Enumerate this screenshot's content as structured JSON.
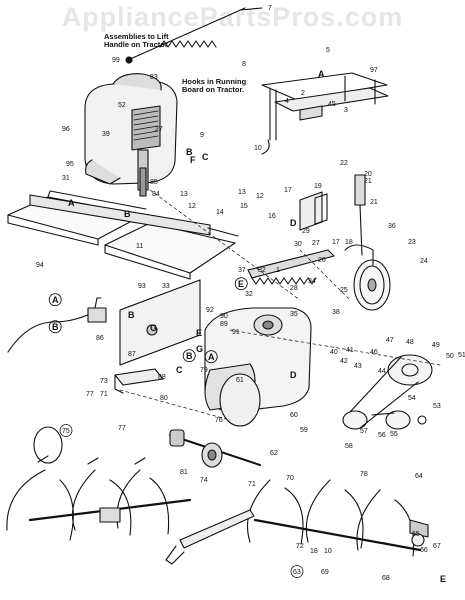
{
  "watermark": "AppliancePartsPros.com",
  "notes": {
    "lift_handle_line1": "Assemblies to Lift",
    "lift_handle_line2": "Handle on Tractor",
    "running_board_line1": "Hooks in Running",
    "running_board_line2": "Board on Tractor."
  },
  "part_callouts": [
    {
      "id": "p7",
      "label": "7"
    },
    {
      "id": "p99",
      "label": "99"
    },
    {
      "id": "p8",
      "label": "8"
    },
    {
      "id": "p5",
      "label": "5"
    },
    {
      "id": "p97",
      "label": "97"
    },
    {
      "id": "p2",
      "label": "2"
    },
    {
      "id": "p4",
      "label": "4"
    },
    {
      "id": "p45",
      "label": "45"
    },
    {
      "id": "p3",
      "label": "3"
    },
    {
      "id": "p10",
      "label": "10"
    },
    {
      "id": "p83",
      "label": "83"
    },
    {
      "id": "p52",
      "label": "52"
    },
    {
      "id": "p39",
      "label": "39"
    },
    {
      "id": "p27",
      "label": "27"
    },
    {
      "id": "p9",
      "label": "9"
    },
    {
      "id": "p96",
      "label": "96"
    },
    {
      "id": "p95",
      "label": "95"
    },
    {
      "id": "p85",
      "label": "85"
    },
    {
      "id": "p84",
      "label": "84"
    },
    {
      "id": "p31",
      "label": "31"
    },
    {
      "id": "p13a",
      "label": "13"
    },
    {
      "id": "p13b",
      "label": "13"
    },
    {
      "id": "p14",
      "label": "14"
    },
    {
      "id": "p12a",
      "label": "12"
    },
    {
      "id": "p11",
      "label": "11"
    },
    {
      "id": "p94",
      "label": "94"
    },
    {
      "id": "p93",
      "label": "93"
    },
    {
      "id": "p22",
      "label": "22"
    },
    {
      "id": "p20",
      "label": "20"
    },
    {
      "id": "p21a",
      "label": "21"
    },
    {
      "id": "p17a",
      "label": "17"
    },
    {
      "id": "p19",
      "label": "19"
    },
    {
      "id": "p16",
      "label": "16"
    },
    {
      "id": "p17b",
      "label": "17"
    },
    {
      "id": "p18",
      "label": "18"
    },
    {
      "id": "p21b",
      "label": "21"
    },
    {
      "id": "p36",
      "label": "36"
    },
    {
      "id": "p23",
      "label": "23"
    },
    {
      "id": "p24",
      "label": "24"
    },
    {
      "id": "p25",
      "label": "25"
    },
    {
      "id": "p15",
      "label": "15"
    },
    {
      "id": "p12b",
      "label": "12"
    },
    {
      "id": "p29",
      "label": "29"
    },
    {
      "id": "p27b",
      "label": "27"
    },
    {
      "id": "p30",
      "label": "30"
    },
    {
      "id": "p26",
      "label": "26"
    },
    {
      "id": "p37",
      "label": "37"
    },
    {
      "id": "p82",
      "label": "82"
    },
    {
      "id": "p33",
      "label": "33"
    },
    {
      "id": "p32",
      "label": "32"
    },
    {
      "id": "p28",
      "label": "28"
    },
    {
      "id": "p34",
      "label": "34"
    },
    {
      "id": "p35",
      "label": "35"
    },
    {
      "id": "p1",
      "label": "1"
    },
    {
      "id": "p86",
      "label": "86"
    },
    {
      "id": "p87",
      "label": "87"
    },
    {
      "id": "p88",
      "label": "88"
    },
    {
      "id": "p38",
      "label": "38"
    },
    {
      "id": "p49",
      "label": "49"
    },
    {
      "id": "p50",
      "label": "50"
    },
    {
      "id": "p51",
      "label": "51"
    },
    {
      "id": "p48",
      "label": "48"
    },
    {
      "id": "p47",
      "label": "47"
    },
    {
      "id": "p46",
      "label": "46"
    },
    {
      "id": "p40",
      "label": "40"
    },
    {
      "id": "p41",
      "label": "41"
    },
    {
      "id": "p42",
      "label": "42"
    },
    {
      "id": "p43",
      "label": "43"
    },
    {
      "id": "p44",
      "label": "44"
    },
    {
      "id": "p53",
      "label": "53"
    },
    {
      "id": "p54",
      "label": "54"
    },
    {
      "id": "p55",
      "label": "55"
    },
    {
      "id": "p56",
      "label": "56"
    },
    {
      "id": "p57",
      "label": "57"
    },
    {
      "id": "p58",
      "label": "58"
    },
    {
      "id": "p59",
      "label": "59"
    },
    {
      "id": "p60",
      "label": "60"
    },
    {
      "id": "p77a",
      "label": "77"
    },
    {
      "id": "p71a",
      "label": "71"
    },
    {
      "id": "p77b",
      "label": "77"
    },
    {
      "id": "p80",
      "label": "80"
    },
    {
      "id": "p76",
      "label": "76"
    },
    {
      "id": "p73",
      "label": "73"
    },
    {
      "id": "p75",
      "label": "75"
    },
    {
      "id": "p62",
      "label": "62"
    },
    {
      "id": "p81",
      "label": "81"
    },
    {
      "id": "p74",
      "label": "74"
    },
    {
      "id": "p71b",
      "label": "71"
    },
    {
      "id": "p70",
      "label": "70"
    },
    {
      "id": "p78",
      "label": "78"
    },
    {
      "id": "p72",
      "label": "72"
    },
    {
      "id": "p18b",
      "label": "18"
    },
    {
      "id": "p10b",
      "label": "10"
    },
    {
      "id": "p64",
      "label": "64"
    },
    {
      "id": "p65",
      "label": "65"
    },
    {
      "id": "p66",
      "label": "66"
    },
    {
      "id": "p67",
      "label": "67"
    },
    {
      "id": "p68",
      "label": "68"
    },
    {
      "id": "p69",
      "label": "69"
    },
    {
      "id": "p63",
      "label": "63"
    },
    {
      "id": "p89",
      "label": "89"
    },
    {
      "id": "p92",
      "label": "92"
    },
    {
      "id": "p90",
      "label": "90"
    },
    {
      "id": "p91",
      "label": "91"
    },
    {
      "id": "p79",
      "label": "79"
    },
    {
      "id": "p61",
      "label": "61"
    }
  ],
  "letter_callouts": [
    {
      "id": "lA1",
      "label": "A"
    },
    {
      "id": "lB1",
      "label": "B"
    },
    {
      "id": "lC1",
      "label": "C"
    },
    {
      "id": "lA2",
      "label": "A"
    },
    {
      "id": "lB2",
      "label": "B"
    },
    {
      "id": "lD1",
      "label": "D"
    },
    {
      "id": "lE1",
      "label": "E"
    },
    {
      "id": "lA3",
      "label": "A"
    },
    {
      "id": "lB3",
      "label": "B"
    },
    {
      "id": "lG1",
      "label": "G"
    },
    {
      "id": "lB4",
      "label": "B"
    },
    {
      "id": "lG2",
      "label": "G"
    },
    {
      "id": "lB5",
      "label": "B"
    },
    {
      "id": "lA4",
      "label": "A"
    },
    {
      "id": "lC2",
      "label": "C"
    },
    {
      "id": "lD2",
      "label": "D"
    },
    {
      "id": "lE2",
      "label": "E"
    },
    {
      "id": "lF1",
      "label": "F"
    },
    {
      "id": "lE3",
      "label": "E"
    }
  ]
}
